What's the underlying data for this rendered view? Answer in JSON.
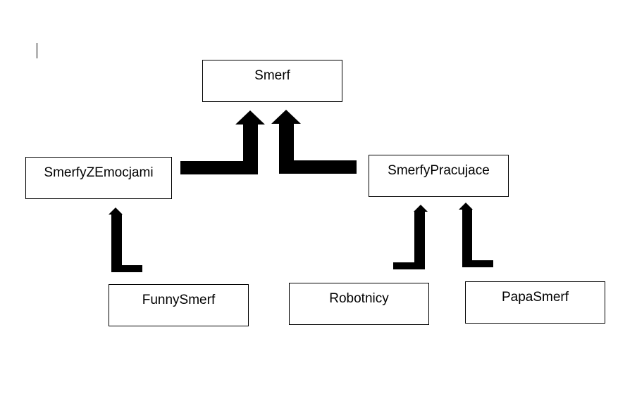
{
  "diagram": {
    "nodes": [
      {
        "id": "smerf",
        "label": "Smerf"
      },
      {
        "id": "emocje",
        "label": "SmerfyZEmocjami"
      },
      {
        "id": "pracujace",
        "label": "SmerfyPracujace"
      },
      {
        "id": "funny",
        "label": "FunnySmerf"
      },
      {
        "id": "robotnicy",
        "label": "Robotnicy"
      },
      {
        "id": "papa",
        "label": "PapaSmerf"
      }
    ],
    "edges": [
      {
        "from": "emocje",
        "to": "smerf"
      },
      {
        "from": "pracujace",
        "to": "smerf"
      },
      {
        "from": "funny",
        "to": "emocje"
      },
      {
        "from": "robotnicy",
        "to": "pracujace"
      },
      {
        "from": "papa",
        "to": "pracujace"
      }
    ],
    "colors": {
      "stroke": "#000000",
      "fill": "#ffffff",
      "text": "#000000"
    }
  }
}
